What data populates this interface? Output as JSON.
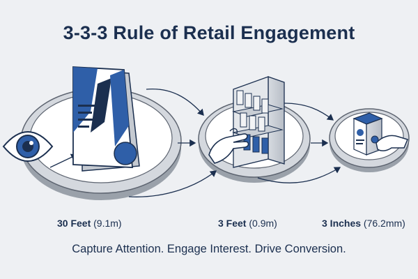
{
  "title": "3-3-3 Rule of Retail Engagement",
  "stages": [
    {
      "distance": "30 Feet",
      "metric": "(9.1m)",
      "icon": "eye-icon"
    },
    {
      "distance": "3 Feet",
      "metric": "(0.9m)",
      "icon": "hand-shelf-icon"
    },
    {
      "distance": "3 Inches",
      "metric": "(76.2mm)",
      "icon": "product-hand-icon"
    }
  ],
  "tagline": "Capture Attention. Engage Interest. Drive Conversion.",
  "colors": {
    "navy": "#1b2f4f",
    "blue": "#2f5fa8",
    "platform": "#ffffff",
    "ring": "#8f969f",
    "background": "#eef0f3"
  }
}
